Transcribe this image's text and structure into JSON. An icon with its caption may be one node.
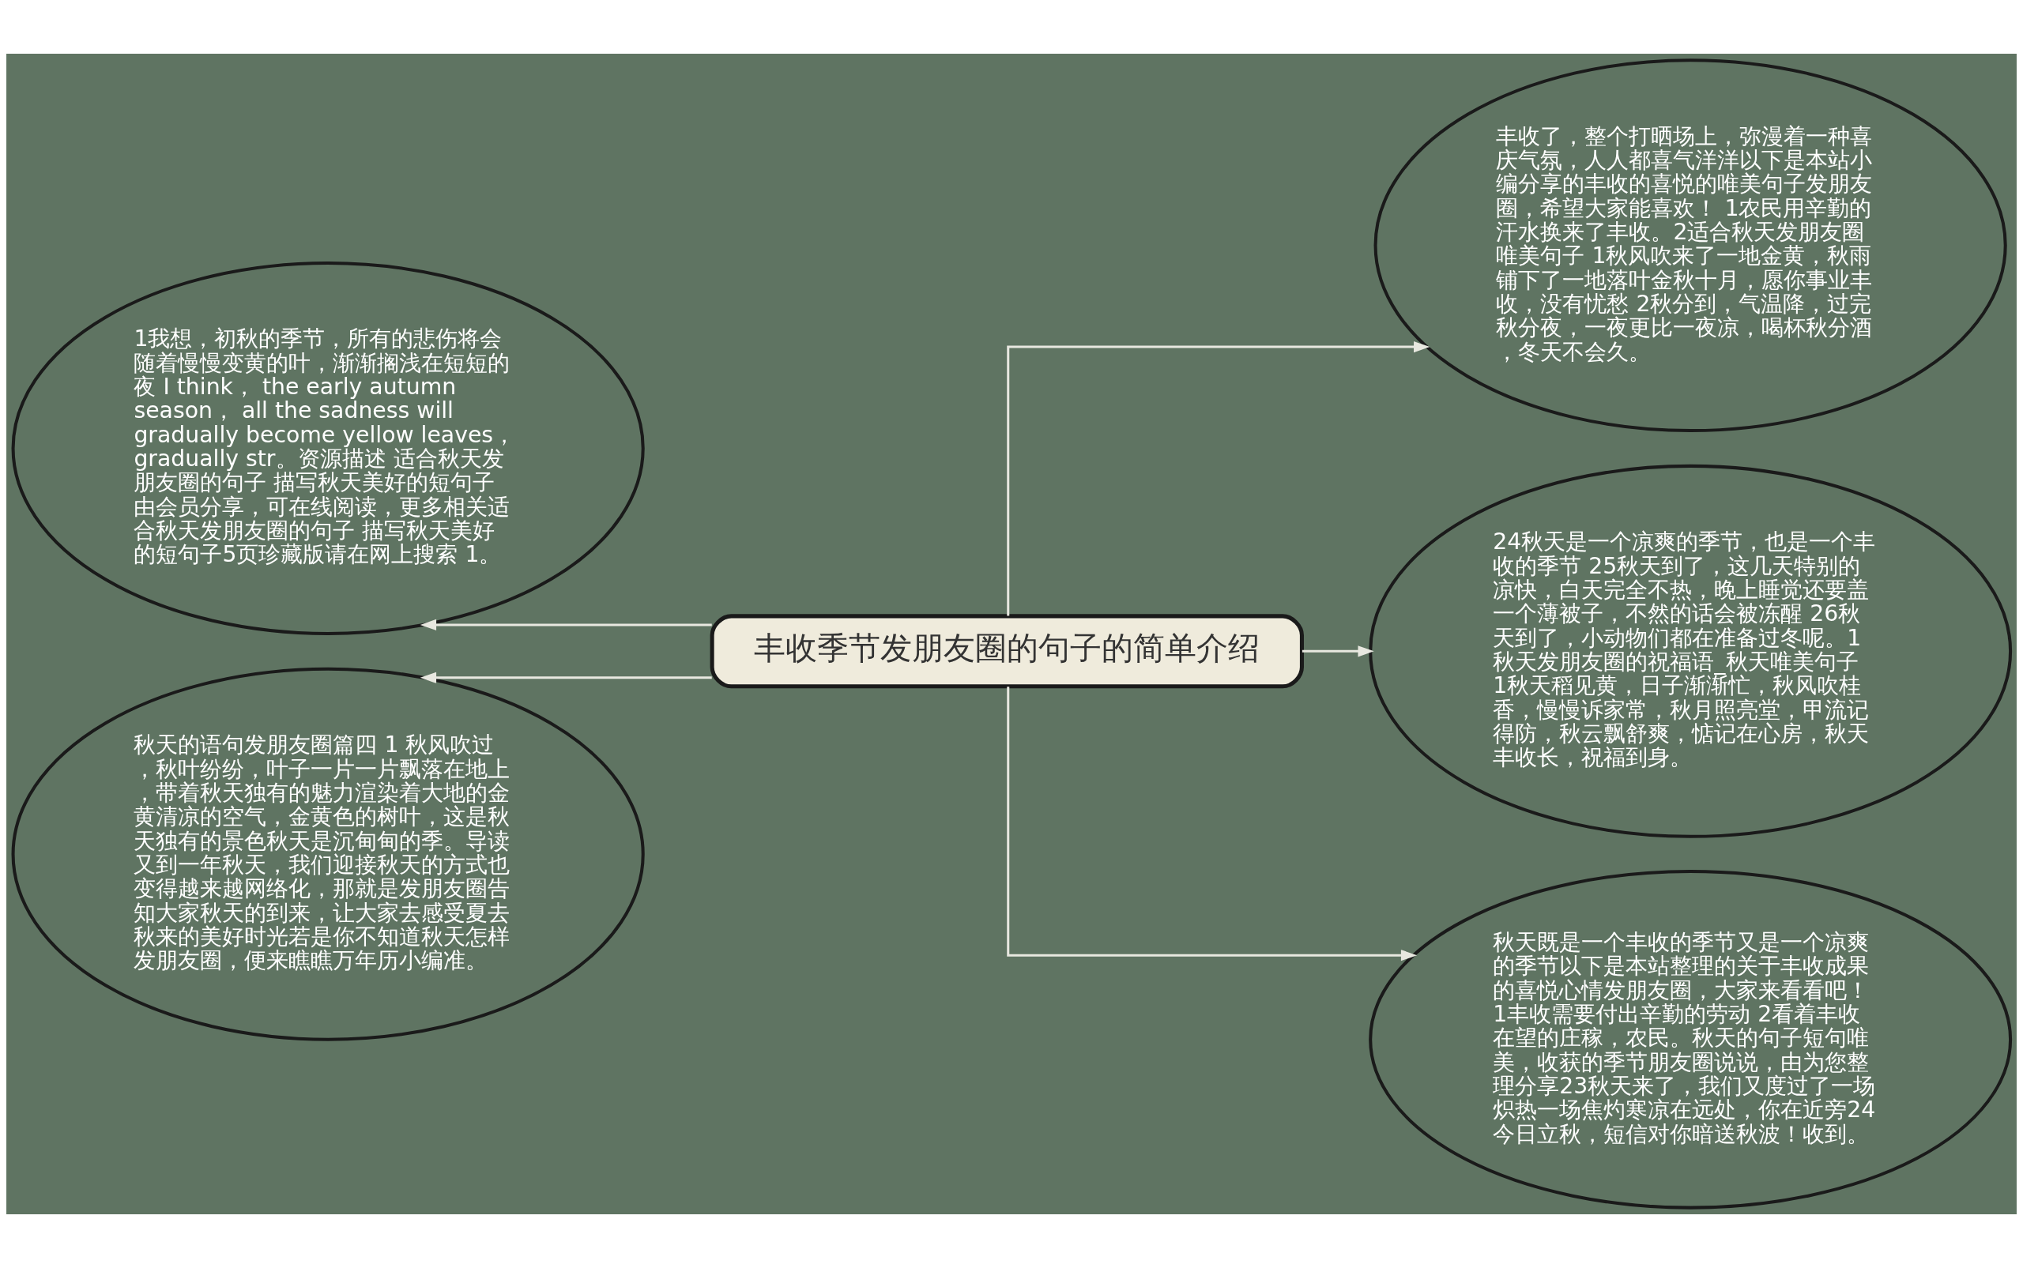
{
  "diagram": {
    "nodes": [
      {
        "text": [
          "丰收季节发朋友圈的句子的简单介绍"
        ]
      },
      {
        "text": [
          "1我想，初秋的季节，所有的悲伤将会随着慢慢变黄的叶，渐渐搁浅在短短的夜 I think， the early autumn season， all the sadness will gradually become yellow leaves， gradually str。资源描述 适合秋天发朋友圈的句子 描写秋天美好的短句子由会员分享，可在线阅读，更多相关适合秋天发朋友圈的句子 描写秋天美好的短句子5页珍藏版请在网上搜索 1。"
        ]
      },
      {
        "text": [
          "秋天的语句发朋友圈篇四 1 秋风吹过，秋叶纷纷，叶子一片一片飘落在地上，带着秋天独有的魅力渲染着大地的金黄清凉的空气，金黄色的树叶，这是秋天独有的景色秋天是沉甸甸的季。导读又到一年秋天，我们迎接秋天的方式也变得越来越网络化，那就是发朋友圈告知大家秋天的到来，让大家去感受夏去秋来的美好时光若是你不知道秋天怎样发朋友圈，便来瞧瞧万年历小编准。"
        ]
      },
      {
        "text": [
          "丰收了，整个打晒场上，弥漫着一种喜庆气氛，人人都喜气洋洋以下是本站小编分享的丰收的喜悦的唯美句子发朋友圈，希望大家能喜欢！ 1农民用辛勤的汗水换来了丰收。2适合秋天发朋友圈唯美句子 1秋风吹来了一地金黄，秋雨铺下了一地落叶金秋十月，愿你事业丰收，没有忧愁 2秋分到，气温降，过完秋分夜，一夜更比一夜凉，喝杯秋分酒，冬天不会久。"
        ]
      },
      {
        "text": [
          "24秋天是一个凉爽的季节，也是一个丰收的季节 25秋天到了，这几天特别的凉快，白天完全不热，晚上睡觉还要盖一个薄被子，不然的话会被冻醒 26秋天到了，小动物们都在准备过冬呢。1秋天发朋友圈的祝福语_秋天唯美句子 1秋天稻见黄，日子渐渐忙，秋风吹桂香，慢慢诉家常，秋月照亮堂，甲流记得防，秋云飘舒爽，惦记在心房，秋天丰收长，祝福到身。"
        ]
      },
      {
        "text": [
          "秋天既是一个丰收的季节又是一个凉爽的季节以下是本站整理的关于丰收成果的喜悦心情发朋友圈，大家来看看吧！ 1丰收需要付出辛勤的劳动 2看着丰收在望的庄稼，农民。秋天的句子短句唯美，收获的季节朋友圈说说，由为您整理分享23秋天来了，我们又度过了一场炽热一场焦灼寒凉在远处，你在近旁24今日立秋，短信对你暗送秋波！收到。"
        ]
      }
    ],
    "edges": [
      {
        "from": 0,
        "to": 1,
        "arrow": "to"
      },
      {
        "from": 0,
        "to": 2,
        "arrow": "to"
      },
      {
        "from": 0,
        "to": 3,
        "arrow": "to"
      },
      {
        "from": 0,
        "to": 4,
        "arrow": "to"
      },
      {
        "from": 0,
        "to": 5,
        "arrow": "to"
      }
    ]
  }
}
